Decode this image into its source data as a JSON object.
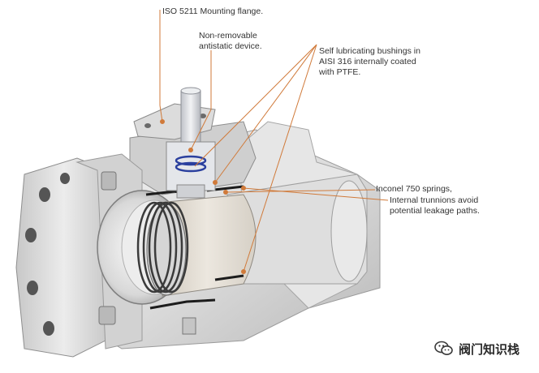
{
  "labels": {
    "flange": [
      "ISO 5211 Mounting flange."
    ],
    "antistatic": [
      "Non-removable",
      "antistatic device."
    ],
    "bushings": [
      "Self lubricating bushings in",
      "AISI 316 internally coated",
      "with PTFE."
    ],
    "springs": [
      "Inconel 750 springs,"
    ],
    "trunnions": [
      "Internal trunnions avoid",
      "potential leakage paths."
    ]
  },
  "watermark": {
    "text": "阀门知识栈",
    "icon": "wechat-chat-icon"
  },
  "footer_text": "",
  "colors": {
    "leader_line": "#d07a3a",
    "ring_blue": "#2a3f9e",
    "body_gray": "#d9d9d9"
  }
}
